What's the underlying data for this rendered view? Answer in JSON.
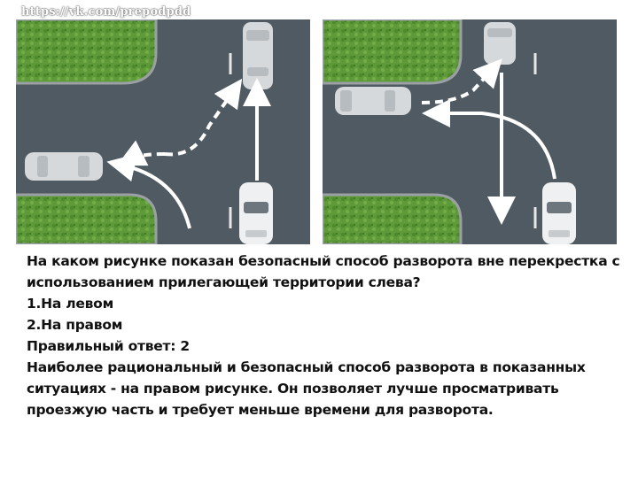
{
  "watermark": "https://vk.com/prepodpdd",
  "colors": {
    "road": "#505a62",
    "grass": "#5f9a3a",
    "car": "#d7dadc",
    "arrow": "#ffffff"
  },
  "question": "На каком рисунке показан безопасный способ разворота вне перекрестка с использованием прилегающей территории слева?",
  "options": [
    "1.На левом",
    "2.На правом"
  ],
  "answer": "Правильный ответ: 2",
  "explanation": "Наиболее рациональный и безопасный способ разворота в показанных ситуациях - на правом рисунке. Он позволяет лучше просматривать проезжую часть и требует меньше времени для разворота."
}
